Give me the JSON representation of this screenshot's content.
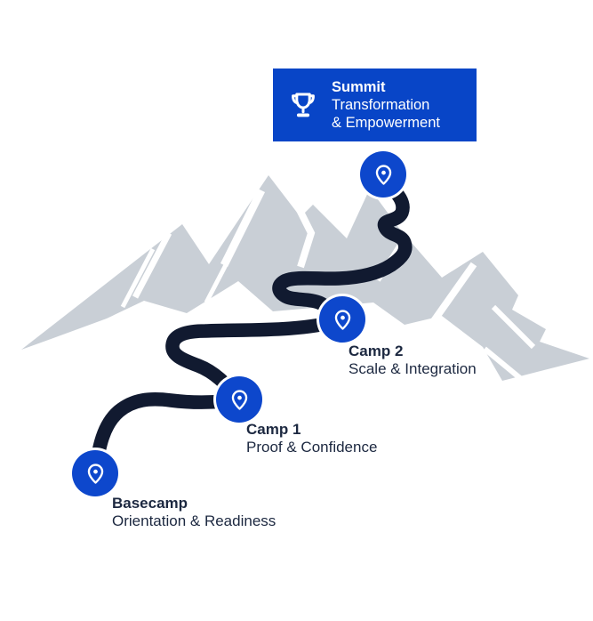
{
  "journey": {
    "banner": {
      "icon": "trophy-icon",
      "title": "Summit",
      "lines": [
        "Transformation",
        "& Empowerment"
      ]
    },
    "stations": [
      {
        "title": "Basecamp",
        "subtitle": "Orientation & Readiness"
      },
      {
        "title": "Camp 1",
        "subtitle": "Proof & Confidence"
      },
      {
        "title": "Camp 2",
        "subtitle": "Scale & Integration"
      },
      {
        "title": "Summit",
        "subtitle": "Transformation & Empowerment"
      }
    ],
    "marker_icon": "location-pin-icon",
    "colors": {
      "banner_blue": "#0845C7",
      "pin_blue": "#0D47CC",
      "trail_navy": "#111A30",
      "mountain_gray": "#C9CFD6",
      "text_navy": "#1C2840",
      "background": "#FFFFFF"
    }
  }
}
